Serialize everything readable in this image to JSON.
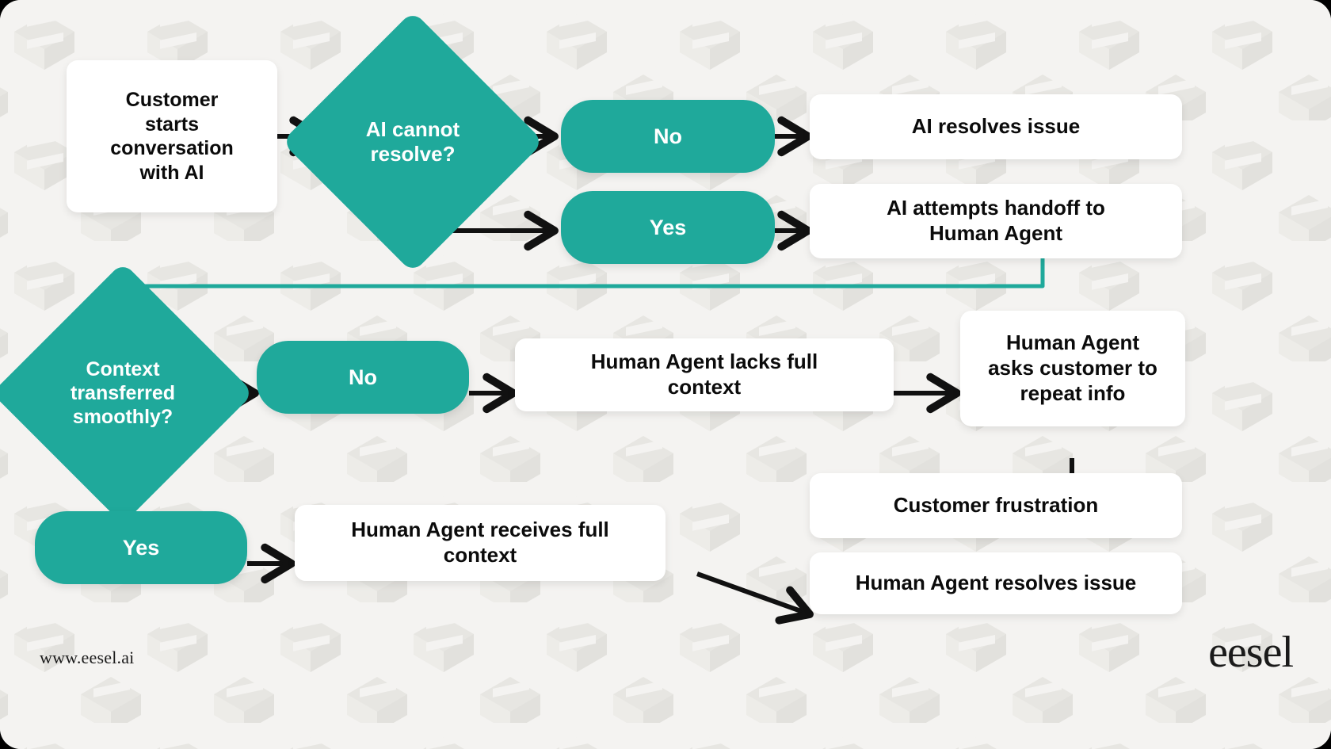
{
  "theme": {
    "background": "#F4F3F1",
    "accent_teal": "#1FA99B",
    "node_white": "#FFFFFF",
    "text_dark": "#0B0B0B",
    "arrow_black": "#111111",
    "connector_teal": "#1FA99B"
  },
  "chart_data": {
    "type": "diagram",
    "title": "AI to Human Agent handoff flowchart",
    "nodes": [
      {
        "id": "start",
        "shape": "rounded-rect",
        "label": "Customer starts conversation with AI"
      },
      {
        "id": "ai-cannot-resolve",
        "shape": "diamond",
        "label": "AI cannot\nresolve?"
      },
      {
        "id": "no-1",
        "shape": "pill",
        "label": "No"
      },
      {
        "id": "yes-1",
        "shape": "pill",
        "label": "Yes"
      },
      {
        "id": "ai-resolves",
        "shape": "rounded-rect",
        "label": "AI resolves issue"
      },
      {
        "id": "ai-handoff",
        "shape": "rounded-rect",
        "label": "AI attempts handoff to Human Agent"
      },
      {
        "id": "context-smooth",
        "shape": "diamond",
        "label": "Context\ntransferred\nsmoothly?"
      },
      {
        "id": "no-2",
        "shape": "pill",
        "label": "No"
      },
      {
        "id": "yes-2",
        "shape": "pill",
        "label": "Yes"
      },
      {
        "id": "lacks-context",
        "shape": "rounded-rect",
        "label": "Human Agent lacks full context"
      },
      {
        "id": "asks-repeat",
        "shape": "rounded-rect",
        "label": "Human Agent asks customer to repeat info"
      },
      {
        "id": "frustration",
        "shape": "rounded-rect",
        "label": "Customer frustration"
      },
      {
        "id": "receives-context",
        "shape": "rounded-rect",
        "label": "Human Agent receives full context"
      },
      {
        "id": "agent-resolves",
        "shape": "rounded-rect",
        "label": "Human Agent resolves issue"
      }
    ],
    "edges": [
      {
        "from": "start",
        "to": "ai-cannot-resolve",
        "style": "arrow-black"
      },
      {
        "from": "ai-cannot-resolve",
        "to": "no-1",
        "style": "arrow-black"
      },
      {
        "from": "ai-cannot-resolve",
        "to": "yes-1",
        "style": "arrow-black"
      },
      {
        "from": "no-1",
        "to": "ai-resolves",
        "style": "arrow-black"
      },
      {
        "from": "yes-1",
        "to": "ai-handoff",
        "style": "arrow-black"
      },
      {
        "from": "ai-handoff",
        "to": "context-smooth",
        "style": "connector-teal"
      },
      {
        "from": "context-smooth",
        "to": "no-2",
        "style": "arrow-black"
      },
      {
        "from": "context-smooth",
        "to": "yes-2",
        "style": "arrow-black"
      },
      {
        "from": "no-2",
        "to": "lacks-context",
        "style": "arrow-black"
      },
      {
        "from": "lacks-context",
        "to": "asks-repeat",
        "style": "arrow-black"
      },
      {
        "from": "asks-repeat",
        "to": "frustration",
        "style": "arrow-black"
      },
      {
        "from": "yes-2",
        "to": "receives-context",
        "style": "arrow-black"
      },
      {
        "from": "receives-context",
        "to": "agent-resolves",
        "style": "arrow-black"
      }
    ]
  },
  "nodes": {
    "start": {
      "label": "Customer\nstarts\nconversation\nwith AI"
    },
    "ai_cannot_resolve": {
      "label": "AI cannot\nresolve?"
    },
    "no_1": {
      "label": "No"
    },
    "yes_1": {
      "label": "Yes"
    },
    "ai_resolves": {
      "label": "AI resolves issue"
    },
    "ai_handoff": {
      "label": "AI attempts handoff to\nHuman Agent"
    },
    "context_smooth": {
      "label": "Context\ntransferred\nsmoothly?"
    },
    "no_2": {
      "label": "No"
    },
    "yes_2": {
      "label": "Yes"
    },
    "lacks_context": {
      "label": "Human Agent lacks full\ncontext"
    },
    "asks_repeat": {
      "label": "Human Agent\nasks customer to\nrepeat info"
    },
    "frustration": {
      "label": "Customer frustration"
    },
    "receives_context": {
      "label": "Human Agent receives full\ncontext"
    },
    "agent_resolves": {
      "label": "Human Agent resolves issue"
    }
  },
  "footer": {
    "url": "www.eesel.ai",
    "logo": "eesel"
  }
}
